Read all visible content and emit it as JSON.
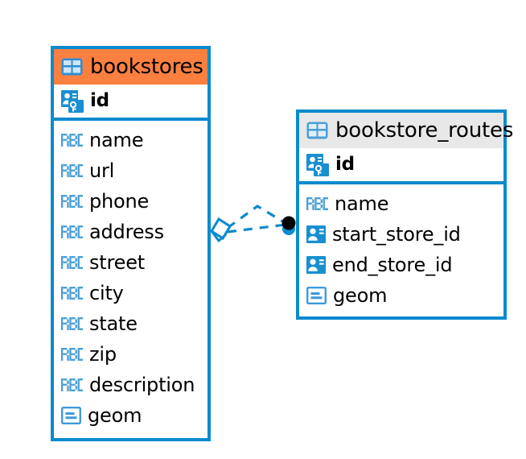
{
  "diagram": {
    "type": "entity-relationship-diagram",
    "background": "#ffffff",
    "accent_blue": "#0c8ace",
    "header_orange": "#fb8040",
    "header_gray": "#e8e8e8",
    "text_color": "#000000"
  },
  "entities": [
    {
      "name": "bookstores",
      "title": "bookstores",
      "header_color": "#fb8040",
      "header_icon": "table-grid-icon",
      "primary_key": {
        "label": "id",
        "icon": "primary-key-icon"
      },
      "fields": [
        {
          "label": "name",
          "icon": "abc-text-icon"
        },
        {
          "label": "url",
          "icon": "abc-text-icon"
        },
        {
          "label": "phone",
          "icon": "abc-text-icon"
        },
        {
          "label": "address",
          "icon": "abc-text-icon"
        },
        {
          "label": "street",
          "icon": "abc-text-icon"
        },
        {
          "label": "city",
          "icon": "abc-text-icon"
        },
        {
          "label": "state",
          "icon": "abc-text-icon"
        },
        {
          "label": "zip",
          "icon": "abc-text-icon"
        },
        {
          "label": "description",
          "icon": "abc-text-icon"
        },
        {
          "label": "geom",
          "icon": "geometry-icon"
        }
      ]
    },
    {
      "name": "bookstore_routes",
      "title": "bookstore_routes",
      "header_color": "#e8e8e8",
      "header_icon": "table-grid-icon",
      "primary_key": {
        "label": "id",
        "icon": "primary-key-icon"
      },
      "fields": [
        {
          "label": "name",
          "icon": "abc-text-icon"
        },
        {
          "label": "start_store_id",
          "icon": "foreign-key-icon"
        },
        {
          "label": "end_store_id",
          "icon": "foreign-key-icon"
        },
        {
          "label": "geom",
          "icon": "geometry-icon"
        }
      ]
    }
  ],
  "relationships": [
    {
      "name": "bookstores-to-bookstore-routes",
      "style": "dashed",
      "color": "#0c8ace",
      "source_marker": "diamond-marker",
      "target_marker": "filled-circle-marker",
      "branch_count": 2
    }
  ]
}
